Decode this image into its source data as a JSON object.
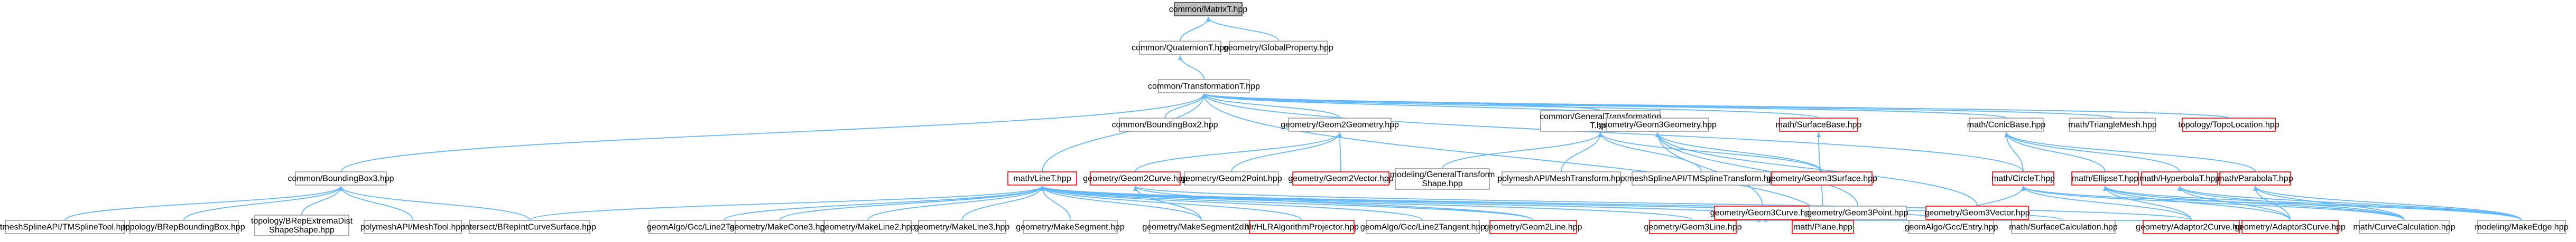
{
  "colors": {
    "root_fill": "#bfbfbf",
    "root_stroke": "#404040",
    "node_fill": "#ffffff",
    "node_stroke": "#999999",
    "red_node_stroke": "#ff0000",
    "edge": "#63b8ff"
  },
  "nodes": [
    {
      "id": "matrixt",
      "label": "common/MatrixT.hpp",
      "kind": "root"
    },
    {
      "id": "quaternion",
      "label": "common/QuaternionT.hpp",
      "kind": "normal"
    },
    {
      "id": "globalprop",
      "label": "geometry/GlobalProperty.hpp",
      "kind": "normal"
    },
    {
      "id": "transformation",
      "label": "common/TransformationT.hpp",
      "kind": "normal"
    },
    {
      "id": "bbox2",
      "label": "common/BoundingBox2.hpp",
      "kind": "normal"
    },
    {
      "id": "geom2geometry",
      "label": "geometry/Geom2Geometry.hpp",
      "kind": "normal"
    },
    {
      "id": "generaltransform",
      "label": [
        "common/GeneralTransformation",
        "T.hpp"
      ],
      "kind": "normal"
    },
    {
      "id": "geom3geometry",
      "label": "geometry/Geom3Geometry.hpp",
      "kind": "normal"
    },
    {
      "id": "surfacebase",
      "label": "math/SurfaceBase.hpp",
      "kind": "red"
    },
    {
      "id": "conicbase",
      "label": "math/ConicBase.hpp",
      "kind": "normal"
    },
    {
      "id": "trianglemesh",
      "label": "math/TriangleMesh.hpp",
      "kind": "normal"
    },
    {
      "id": "topolocation",
      "label": "topology/TopoLocation.hpp",
      "kind": "red"
    },
    {
      "id": "bbox3",
      "label": "common/BoundingBox3.hpp",
      "kind": "normal"
    },
    {
      "id": "geom2point",
      "label": "geometry/Geom2Point.hpp",
      "kind": "normal"
    },
    {
      "id": "geom2vector",
      "label": "geometry/Geom2Vector.hpp",
      "kind": "red"
    },
    {
      "id": "modelgentransshape",
      "label": [
        "modeling/GeneralTransform",
        "Shape.hpp"
      ],
      "kind": "normal"
    },
    {
      "id": "polymeshtransform",
      "label": "polymeshAPI/MeshTransform.hpp",
      "kind": "normal"
    },
    {
      "id": "tmeshsplinetransform",
      "label": "tmeshSplineAPI/TMSplineTransform.hpp",
      "kind": "normal"
    },
    {
      "id": "geom3surface",
      "label": "geometry/Geom3Surface.hpp",
      "kind": "red"
    },
    {
      "id": "geom3curve",
      "label": "geometry/Geom3Curve.hpp",
      "kind": "red"
    },
    {
      "id": "geom3point",
      "label": "geometry/Geom3Point.hpp",
      "kind": "normal"
    },
    {
      "id": "geom3vector",
      "label": "geometry/Geom3Vector.hpp",
      "kind": "red"
    },
    {
      "id": "linet",
      "label": "math/LineT.hpp",
      "kind": "red"
    },
    {
      "id": "geom2curve",
      "label": "geometry/Geom2Curve.hpp",
      "kind": "red"
    },
    {
      "id": "circlet",
      "label": "math/CircleT.hpp",
      "kind": "red"
    },
    {
      "id": "ellipset",
      "label": "math/EllipseT.hpp",
      "kind": "red"
    },
    {
      "id": "hyperbolat",
      "label": "math/HyperbolaT.hpp",
      "kind": "red"
    },
    {
      "id": "parabolat",
      "label": "math/ParabolaT.hpp",
      "kind": "red"
    },
    {
      "id": "tmeshsplinetool",
      "label": "tmeshSplineAPI/TMSplineTool.hpp",
      "kind": "normal"
    },
    {
      "id": "toporepbbox",
      "label": "topology/BRepBoundingBox.hpp",
      "kind": "normal"
    },
    {
      "id": "topoextrema",
      "label": [
        "topology/BRepExtremaDist",
        "ShapeShape.hpp"
      ],
      "kind": "normal"
    },
    {
      "id": "polymeshtool",
      "label": "polymeshAPI/MeshTool.hpp",
      "kind": "normal"
    },
    {
      "id": "intersectbrep",
      "label": "intersect/BRepIntCurveSurface.hpp",
      "kind": "normal"
    },
    {
      "id": "gccline2tanob",
      "label": "geomAlgo/Gcc/Line2TangentOblique.hpp",
      "kind": "normal"
    },
    {
      "id": "makecone3",
      "label": "geometry/MakeCone3.hpp",
      "kind": "normal"
    },
    {
      "id": "makeline2",
      "label": "geometry/MakeLine2.hpp",
      "kind": "normal"
    },
    {
      "id": "makeline3",
      "label": "geometry/MakeLine3.hpp",
      "kind": "normal"
    },
    {
      "id": "makesegment",
      "label": "geometry/MakeSegment.hpp",
      "kind": "normal"
    },
    {
      "id": "makesegment2d",
      "label": "geometry/MakeSegment2d.hpp",
      "kind": "normal"
    },
    {
      "id": "hlralgoproj",
      "label": "hlr/HLRAlgorithmProjector.hpp",
      "kind": "red"
    },
    {
      "id": "gccline2tan",
      "label": "geomAlgo/Gcc/Line2Tangent.hpp",
      "kind": "normal"
    },
    {
      "id": "geom2line",
      "label": "geometry/Geom2Line.hpp",
      "kind": "red"
    },
    {
      "id": "geom3line",
      "label": "geometry/Geom3Line.hpp",
      "kind": "red"
    },
    {
      "id": "plane",
      "label": "math/Plane.hpp",
      "kind": "red"
    },
    {
      "id": "gccentry",
      "label": "geomAlgo/Gcc/Entry.hpp",
      "kind": "normal"
    },
    {
      "id": "surfacecalc",
      "label": "math/SurfaceCalculation.hpp",
      "kind": "normal"
    },
    {
      "id": "adaptor2curve",
      "label": "geometry/Adaptor2Curve.hpp",
      "kind": "red"
    },
    {
      "id": "adaptor3curve",
      "label": "geometry/Adaptor3Curve.hpp",
      "kind": "red"
    },
    {
      "id": "curvecalc",
      "label": "math/CurveCalculation.hpp",
      "kind": "normal"
    },
    {
      "id": "makeedge",
      "label": "modeling/MakeEdge.hpp",
      "kind": "normal"
    }
  ],
  "edges": [
    [
      "quaternion",
      "matrixt"
    ],
    [
      "globalprop",
      "matrixt"
    ],
    [
      "transformation",
      "quaternion"
    ],
    [
      "bbox2",
      "transformation"
    ],
    [
      "geom2geometry",
      "transformation"
    ],
    [
      "generaltransform",
      "transformation"
    ],
    [
      "geom3geometry",
      "transformation"
    ],
    [
      "surfacebase",
      "transformation"
    ],
    [
      "conicbase",
      "transformation"
    ],
    [
      "trianglemesh",
      "transformation"
    ],
    [
      "topolocation",
      "transformation"
    ],
    [
      "bbox3",
      "transformation"
    ],
    [
      "linet",
      "transformation"
    ],
    [
      "plane",
      "transformation"
    ],
    [
      "circlet",
      "transformation"
    ],
    [
      "geom2point",
      "geom2geometry"
    ],
    [
      "geom2vector",
      "geom2geometry"
    ],
    [
      "geom2curve",
      "geom2geometry"
    ],
    [
      "modelgentransshape",
      "generaltransform"
    ],
    [
      "polymeshtransform",
      "generaltransform"
    ],
    [
      "tmeshsplinetransform",
      "generaltransform"
    ],
    [
      "geom3surface",
      "generaltransform"
    ],
    [
      "geom3surface",
      "geom3geometry"
    ],
    [
      "geom3curve",
      "geom3geometry"
    ],
    [
      "geom3point",
      "geom3geometry"
    ],
    [
      "geom3vector",
      "geom3geometry"
    ],
    [
      "plane",
      "surfacebase"
    ],
    [
      "circlet",
      "conicbase"
    ],
    [
      "ellipset",
      "conicbase"
    ],
    [
      "hyperbolat",
      "conicbase"
    ],
    [
      "parabolat",
      "conicbase"
    ],
    [
      "tmeshsplinetool",
      "bbox3"
    ],
    [
      "toporepbbox",
      "bbox3"
    ],
    [
      "topoextrema",
      "bbox3"
    ],
    [
      "polymeshtool",
      "bbox3"
    ],
    [
      "intersectbrep",
      "bbox3"
    ],
    [
      "intersectbrep",
      "linet"
    ],
    [
      "gccline2tanob",
      "linet"
    ],
    [
      "makecone3",
      "linet"
    ],
    [
      "makeline2",
      "linet"
    ],
    [
      "makeline3",
      "linet"
    ],
    [
      "makesegment",
      "linet"
    ],
    [
      "makesegment2d",
      "linet"
    ],
    [
      "hlralgoproj",
      "linet"
    ],
    [
      "gccline2tan",
      "linet"
    ],
    [
      "geom2line",
      "linet"
    ],
    [
      "geom3line",
      "linet"
    ],
    [
      "plane",
      "linet"
    ],
    [
      "gccentry",
      "linet"
    ],
    [
      "surfacecalc",
      "linet"
    ],
    [
      "adaptor2curve",
      "geom2curve"
    ],
    [
      "makesegment2d",
      "geom2curve"
    ],
    [
      "geom2line",
      "geom2curve"
    ],
    [
      "geom3line",
      "geom3curve"
    ],
    [
      "adaptor3curve",
      "geom3curve"
    ],
    [
      "gccentry",
      "circlet"
    ],
    [
      "adaptor2curve",
      "circlet"
    ],
    [
      "curvecalc",
      "circlet"
    ],
    [
      "makeedge",
      "circlet"
    ],
    [
      "adaptor2curve",
      "ellipset"
    ],
    [
      "adaptor3curve",
      "ellipset"
    ],
    [
      "curvecalc",
      "ellipset"
    ],
    [
      "makeedge",
      "ellipset"
    ],
    [
      "adaptor3curve",
      "hyperbolat"
    ],
    [
      "curvecalc",
      "hyperbolat"
    ],
    [
      "makeedge",
      "hyperbolat"
    ],
    [
      "adaptor3curve",
      "parabolat"
    ],
    [
      "curvecalc",
      "parabolat"
    ],
    [
      "makeedge",
      "parabolat"
    ]
  ]
}
